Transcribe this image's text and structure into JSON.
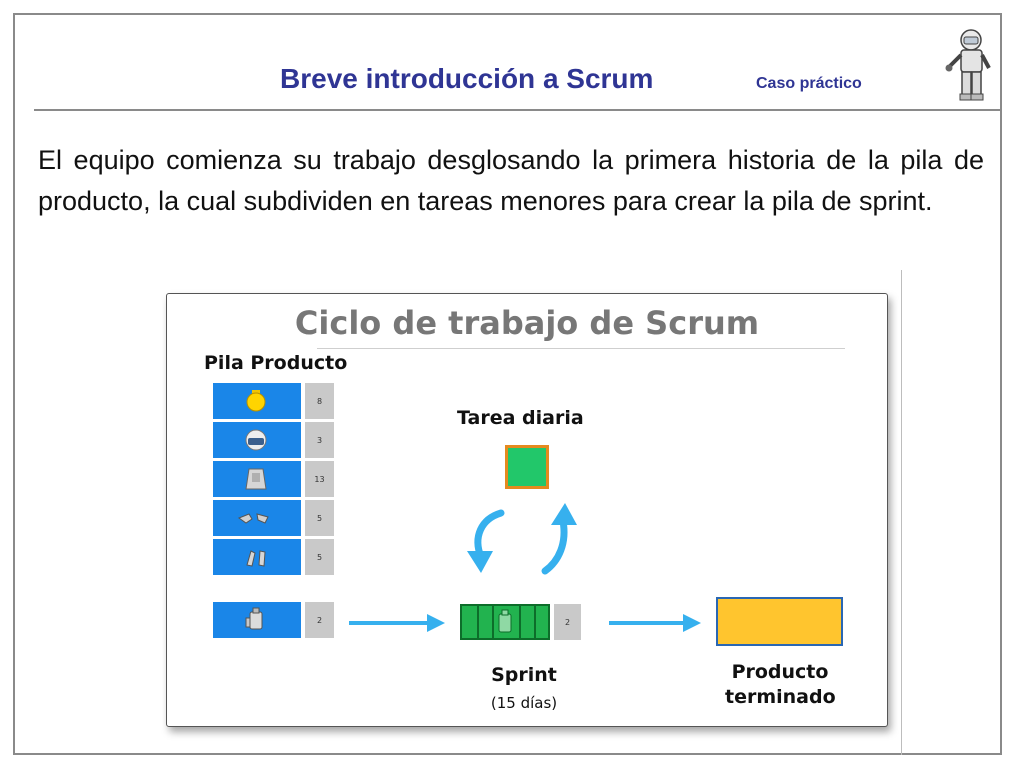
{
  "header": {
    "title": "Breve introducción a Scrum",
    "subtitle": "Caso práctico",
    "mascot_icon": "lego-astronaut-minifigure-icon"
  },
  "intro": {
    "text": "El equipo comienza su trabajo desglosando la primera historia de la pila de producto, la cual subdividen en tareas menores para crear la pila de sprint."
  },
  "diagram": {
    "title": "Ciclo de trabajo de Scrum",
    "backlog_label": "Pila Producto",
    "backlog_items": [
      {
        "icon": "lego-head-icon",
        "points": "8"
      },
      {
        "icon": "lego-helmet-icon",
        "points": "3"
      },
      {
        "icon": "lego-torso-icon",
        "points": "13"
      },
      {
        "icon": "lego-hands-icon",
        "points": "5"
      },
      {
        "icon": "lego-legs-icon",
        "points": "5"
      }
    ],
    "selected_item": {
      "icon": "lego-backpack-icon",
      "points": "2"
    },
    "daily_task_label": "Tarea diaria",
    "sprint_label": "Sprint",
    "sprint_duration": "(15 días)",
    "sprint_points": "2",
    "product_label": "Producto terminado",
    "colors": {
      "story_blue": "#1a86e8",
      "points_gray": "#c9c9c9",
      "sprint_green": "#22b34f",
      "task_green": "#22c76a",
      "task_border_orange": "#e58a1e",
      "product_yellow": "#ffc52e",
      "arrow_blue": "#36b0ee",
      "title_navy": "#2f3594"
    }
  }
}
